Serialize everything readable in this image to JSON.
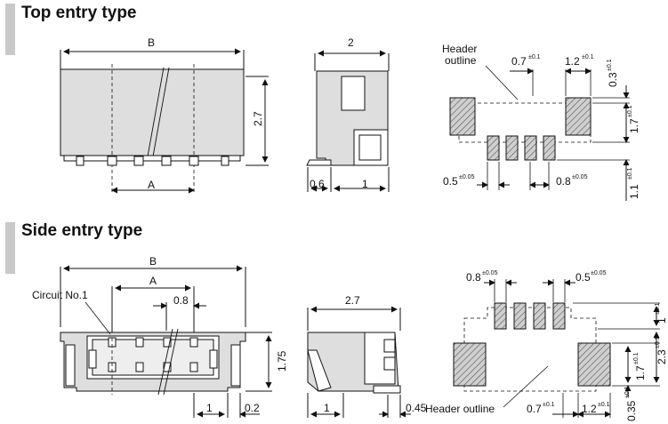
{
  "top": {
    "heading": "Top entry type",
    "dims": {
      "B": "B",
      "A": "A",
      "h": "2.7",
      "w2": "2",
      "d06": "0.6",
      "d1": "1",
      "outline1": "Header",
      "outline2": "outline",
      "p07": "0.7",
      "p12": "1.2",
      "p03": "0.3",
      "p17": "1.7",
      "p05": "0.5",
      "p08": "0.8",
      "p11": "1.1",
      "tol01": "±0.1",
      "tol005": "±0.05"
    }
  },
  "side": {
    "heading": "Side entry type",
    "dims": {
      "B": "B",
      "A": "A",
      "circuit": "Circuit No.1",
      "d08": "0.8",
      "d175": "1.75",
      "d1": "1",
      "d02": "0.2",
      "w27": "2.7",
      "d1b": "1",
      "d045": "0.45",
      "p08": "0.8",
      "p05": "0.5",
      "p1": "1",
      "p23": "2.3",
      "p17": "1.7",
      "outline": "Header outline",
      "p07": "0.7",
      "p12": "1.2",
      "p035": "0.35",
      "tol01": "±0.1",
      "tol005": "±0.05"
    }
  }
}
